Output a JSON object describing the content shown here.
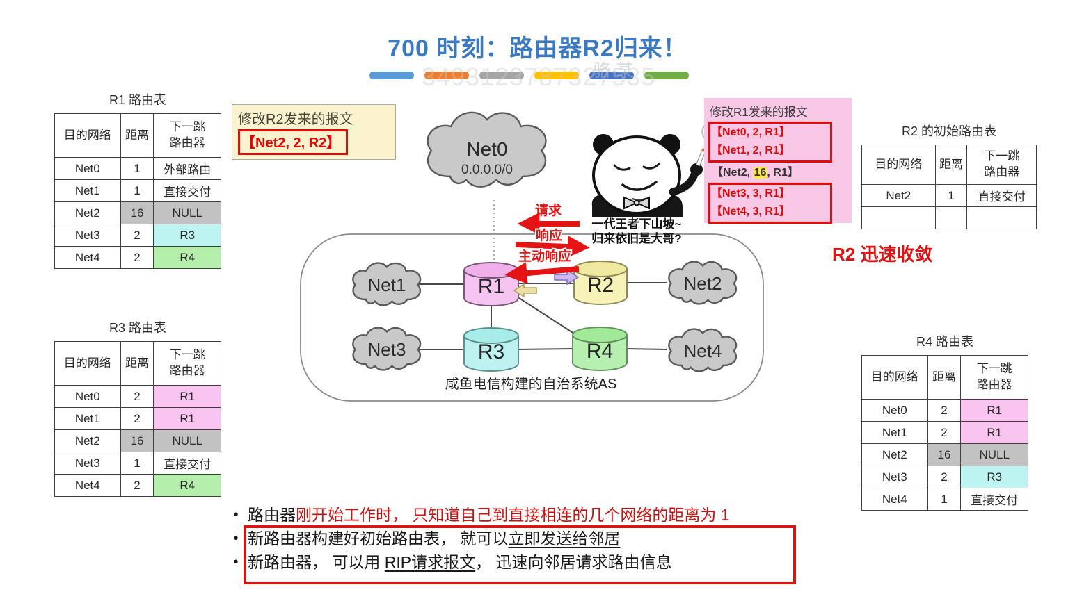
{
  "title": "700 时刻：路由器R2归来！",
  "decor_bars": [
    "#5B9BD5",
    "#ED7D31",
    "#A5A5A5",
    "#FFC000",
    "#4472C4",
    "#70AD47"
  ],
  "watermark": {
    "name": "骆-某",
    "number": "3493123787327535"
  },
  "notes": {
    "r2_msg": {
      "title": "修改R2发来的报文",
      "message": "【Net2, 2, R2】"
    },
    "r1_msg": {
      "title": "修改R1发来的报文",
      "group1": [
        "【Net0, 2, R1】",
        "【Net1, 2, R1】"
      ],
      "middle": {
        "pre": "【Net2, ",
        "highlight": "16",
        "post": ", R1】"
      },
      "group2": [
        "【Net3, 3, R1】",
        "【Net4, 3, R1】"
      ]
    },
    "convergence": "R2 迅速收敛"
  },
  "tables": {
    "r1": {
      "title": "R1 路由表",
      "headers": [
        "目的网络",
        "距离",
        "下一跳\n路由器"
      ],
      "rows": [
        {
          "cells": [
            "Net0",
            "1",
            "外部路由"
          ],
          "bg": [
            "",
            "",
            ""
          ]
        },
        {
          "cells": [
            "Net1",
            "1",
            "直接交付"
          ],
          "bg": [
            "",
            "",
            ""
          ]
        },
        {
          "cells": [
            "Net2",
            "16",
            "NULL"
          ],
          "bg": [
            "",
            "gray",
            "gray"
          ]
        },
        {
          "cells": [
            "Net3",
            "2",
            "R3"
          ],
          "bg": [
            "",
            "",
            "cyan"
          ]
        },
        {
          "cells": [
            "Net4",
            "2",
            "R4"
          ],
          "bg": [
            "",
            "",
            "green"
          ]
        }
      ]
    },
    "r2": {
      "title": "R2 的初始路由表",
      "headers": [
        "目的网络",
        "距离",
        "下一跳\n路由器"
      ],
      "rows": [
        {
          "cells": [
            "Net2",
            "1",
            "直接交付"
          ],
          "bg": [
            "",
            "",
            ""
          ]
        },
        {
          "cells": [
            "",
            "",
            ""
          ],
          "bg": [
            "",
            "",
            ""
          ]
        }
      ]
    },
    "r3": {
      "title": "R3 路由表",
      "headers": [
        "目的网络",
        "距离",
        "下一跳\n路由器"
      ],
      "rows": [
        {
          "cells": [
            "Net0",
            "2",
            "R1"
          ],
          "bg": [
            "",
            "",
            "pink"
          ]
        },
        {
          "cells": [
            "Net1",
            "2",
            "R1"
          ],
          "bg": [
            "",
            "",
            "pink"
          ]
        },
        {
          "cells": [
            "Net2",
            "16",
            "NULL"
          ],
          "bg": [
            "",
            "gray",
            "gray"
          ]
        },
        {
          "cells": [
            "Net3",
            "1",
            "直接交付"
          ],
          "bg": [
            "",
            "",
            ""
          ]
        },
        {
          "cells": [
            "Net4",
            "2",
            "R4"
          ],
          "bg": [
            "",
            "",
            "green"
          ]
        }
      ]
    },
    "r4": {
      "title": "R4 路由表",
      "headers": [
        "目的网络",
        "距离",
        "下一跳\n路由器"
      ],
      "rows": [
        {
          "cells": [
            "Net0",
            "2",
            "R1"
          ],
          "bg": [
            "",
            "",
            "pink"
          ]
        },
        {
          "cells": [
            "Net1",
            "2",
            "R1"
          ],
          "bg": [
            "",
            "",
            "pink"
          ]
        },
        {
          "cells": [
            "Net2",
            "16",
            "NULL"
          ],
          "bg": [
            "",
            "gray",
            "gray"
          ]
        },
        {
          "cells": [
            "Net3",
            "2",
            "R3"
          ],
          "bg": [
            "",
            "",
            "cyan"
          ]
        },
        {
          "cells": [
            "Net4",
            "1",
            "直接交付"
          ],
          "bg": [
            "",
            "",
            ""
          ]
        }
      ]
    }
  },
  "diagram": {
    "net0": {
      "label": "Net0",
      "sub": "0.0.0.0/0"
    },
    "clouds": {
      "net1": "Net1",
      "net2": "Net2",
      "net3": "Net3",
      "net4": "Net4"
    },
    "routers": {
      "r1": "R1",
      "r2": "R2",
      "r3": "R3",
      "r4": "R4"
    },
    "as_label": "咸鱼电信构建的自治系统AS",
    "arrows": {
      "request": "请求",
      "response": "响应",
      "active_response": "主动响应"
    }
  },
  "meme": {
    "line1": "一代王者下山坡~",
    "line2": "归来依旧是大哥?"
  },
  "bullets": [
    {
      "segments": [
        {
          "t": "路由器"
        },
        {
          "t": "刚开始工作时， 只知道自己到直接相连的几个网络的距离为 1",
          "red": true
        }
      ]
    },
    {
      "segments": [
        {
          "t": "新路由器构建好初始路由表， 就可以"
        },
        {
          "t": "立即发送给邻居",
          "u": true
        }
      ]
    },
    {
      "segments": [
        {
          "t": "新路由器， 可以用 "
        },
        {
          "t": "RIP请求报文",
          "u": true
        },
        {
          "t": "， 迅速向邻居请求路由信息"
        }
      ]
    }
  ]
}
